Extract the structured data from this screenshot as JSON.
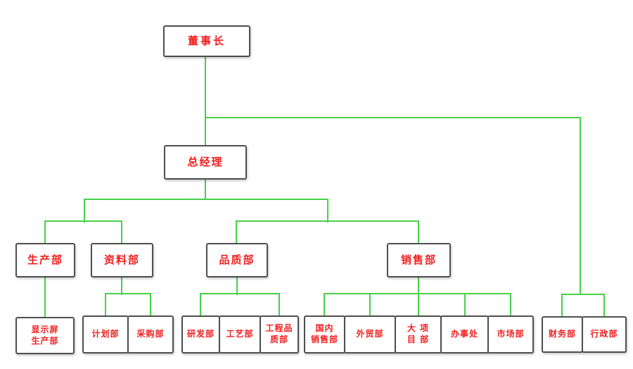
{
  "palette": {
    "background": "#ffffff",
    "connector_green": "#48d048",
    "label_red": "#f12020",
    "box_border_gray": "#4f4f4f",
    "box_fill": "#ffffff"
  },
  "orgchart": {
    "nodes": {
      "chairman": {
        "label": "董事长",
        "display": "董事长"
      },
      "general_manager": {
        "label": "总经理",
        "display": "总经理"
      },
      "production": {
        "label": "生产部",
        "display": "生产部"
      },
      "data_dept": {
        "label": "资料部",
        "display": "资料部"
      },
      "quality": {
        "label": "品质部",
        "display": "品质部"
      },
      "sales": {
        "label": "销售部",
        "display": "销售部"
      },
      "display_production": {
        "label": "显示屏生产部",
        "display": "显示屏\n生产部"
      },
      "planning": {
        "label": "计划部",
        "display": "计划部"
      },
      "purchasing": {
        "label": "采购部",
        "display": "采购部"
      },
      "rnd": {
        "label": "研发部",
        "display": "研发部"
      },
      "process": {
        "label": "工艺部",
        "display": "工艺部"
      },
      "engineering_quality": {
        "label": "工程品质部",
        "display": "工程品\n质部"
      },
      "domestic_sales": {
        "label": "国内销售部",
        "display": "国内\n销售部"
      },
      "foreign_trade": {
        "label": "外贸部",
        "display": "外贸部"
      },
      "major_projects": {
        "label": "大项目部",
        "display": "大 项\n目 部"
      },
      "office": {
        "label": "办事处",
        "display": "办事处"
      },
      "marketing": {
        "label": "市场部",
        "display": "市场部"
      },
      "finance": {
        "label": "财务部",
        "display": "财务部"
      },
      "admin": {
        "label": "行政部",
        "display": "行政部"
      }
    },
    "edges": [
      {
        "from": "chairman",
        "to": "general_manager"
      },
      {
        "from": "chairman",
        "to": "finance"
      },
      {
        "from": "chairman",
        "to": "admin"
      },
      {
        "from": "general_manager",
        "to": "production"
      },
      {
        "from": "general_manager",
        "to": "data_dept"
      },
      {
        "from": "general_manager",
        "to": "quality"
      },
      {
        "from": "general_manager",
        "to": "sales"
      },
      {
        "from": "production",
        "to": "display_production"
      },
      {
        "from": "data_dept",
        "to": "planning"
      },
      {
        "from": "data_dept",
        "to": "purchasing"
      },
      {
        "from": "quality",
        "to": "rnd"
      },
      {
        "from": "quality",
        "to": "process"
      },
      {
        "from": "quality",
        "to": "engineering_quality"
      },
      {
        "from": "sales",
        "to": "domestic_sales"
      },
      {
        "from": "sales",
        "to": "foreign_trade"
      },
      {
        "from": "sales",
        "to": "major_projects"
      },
      {
        "from": "sales",
        "to": "office"
      },
      {
        "from": "sales",
        "to": "marketing"
      }
    ]
  }
}
